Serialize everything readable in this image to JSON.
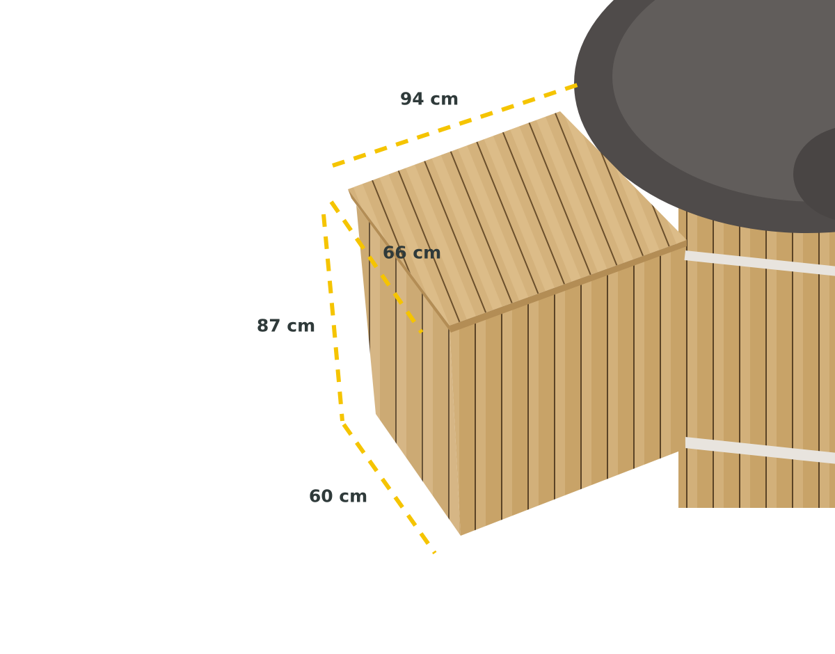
{
  "dimensions": {
    "width": "94 cm",
    "depth_top": "66 cm",
    "height": "87 cm",
    "depth_bottom": "60 cm"
  },
  "colors": {
    "dimension_line": "#f5c400",
    "label_text": "#2f3a3a",
    "wood": "#c9a46a",
    "tub_liner": "#5b5756"
  }
}
